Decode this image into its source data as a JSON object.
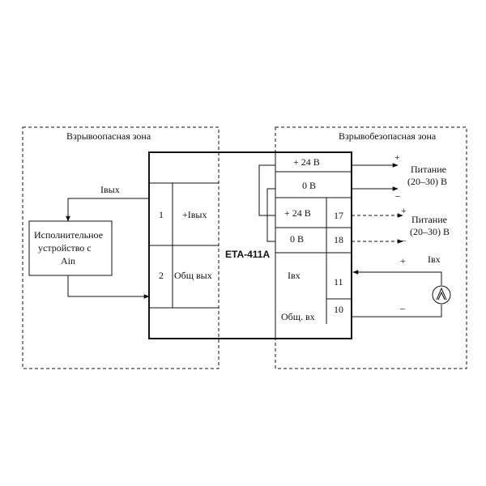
{
  "zones": {
    "hazardous": "Взрывоопасная зона",
    "safe": "Взрывобезопасная зона"
  },
  "device": {
    "name": "ETA-411A"
  },
  "actuator": {
    "line1": "Исполнительное",
    "line2": "устройство с",
    "line3": "Ain"
  },
  "output_current": "Iвых",
  "terminals_left": [
    {
      "number": "1",
      "label": "+Iвых"
    },
    {
      "number": "2",
      "label": "Общ вых"
    }
  ],
  "terminals_right": [
    {
      "number": "",
      "label": "+ 24 В"
    },
    {
      "number": "",
      "label": "0 В"
    },
    {
      "number": "17",
      "label": "+ 24 В"
    },
    {
      "number": "18",
      "label": "0 В"
    },
    {
      "number": "11",
      "label": "Iвх"
    },
    {
      "number": "10",
      "label": "Общ. вх"
    }
  ],
  "power_supplies": [
    {
      "line1": "Питание",
      "line2": "(20–30) В",
      "plus": "+",
      "minus": "–"
    },
    {
      "line1": "Питание",
      "line2": "(20–30) В",
      "plus": "+",
      "minus": "–"
    }
  ],
  "input_source": {
    "label": "Iвх",
    "plus": "+",
    "minus": "–",
    "icon": "current-source-icon"
  },
  "colors": {
    "line": "#111111",
    "spellcheck": "#d01818"
  }
}
